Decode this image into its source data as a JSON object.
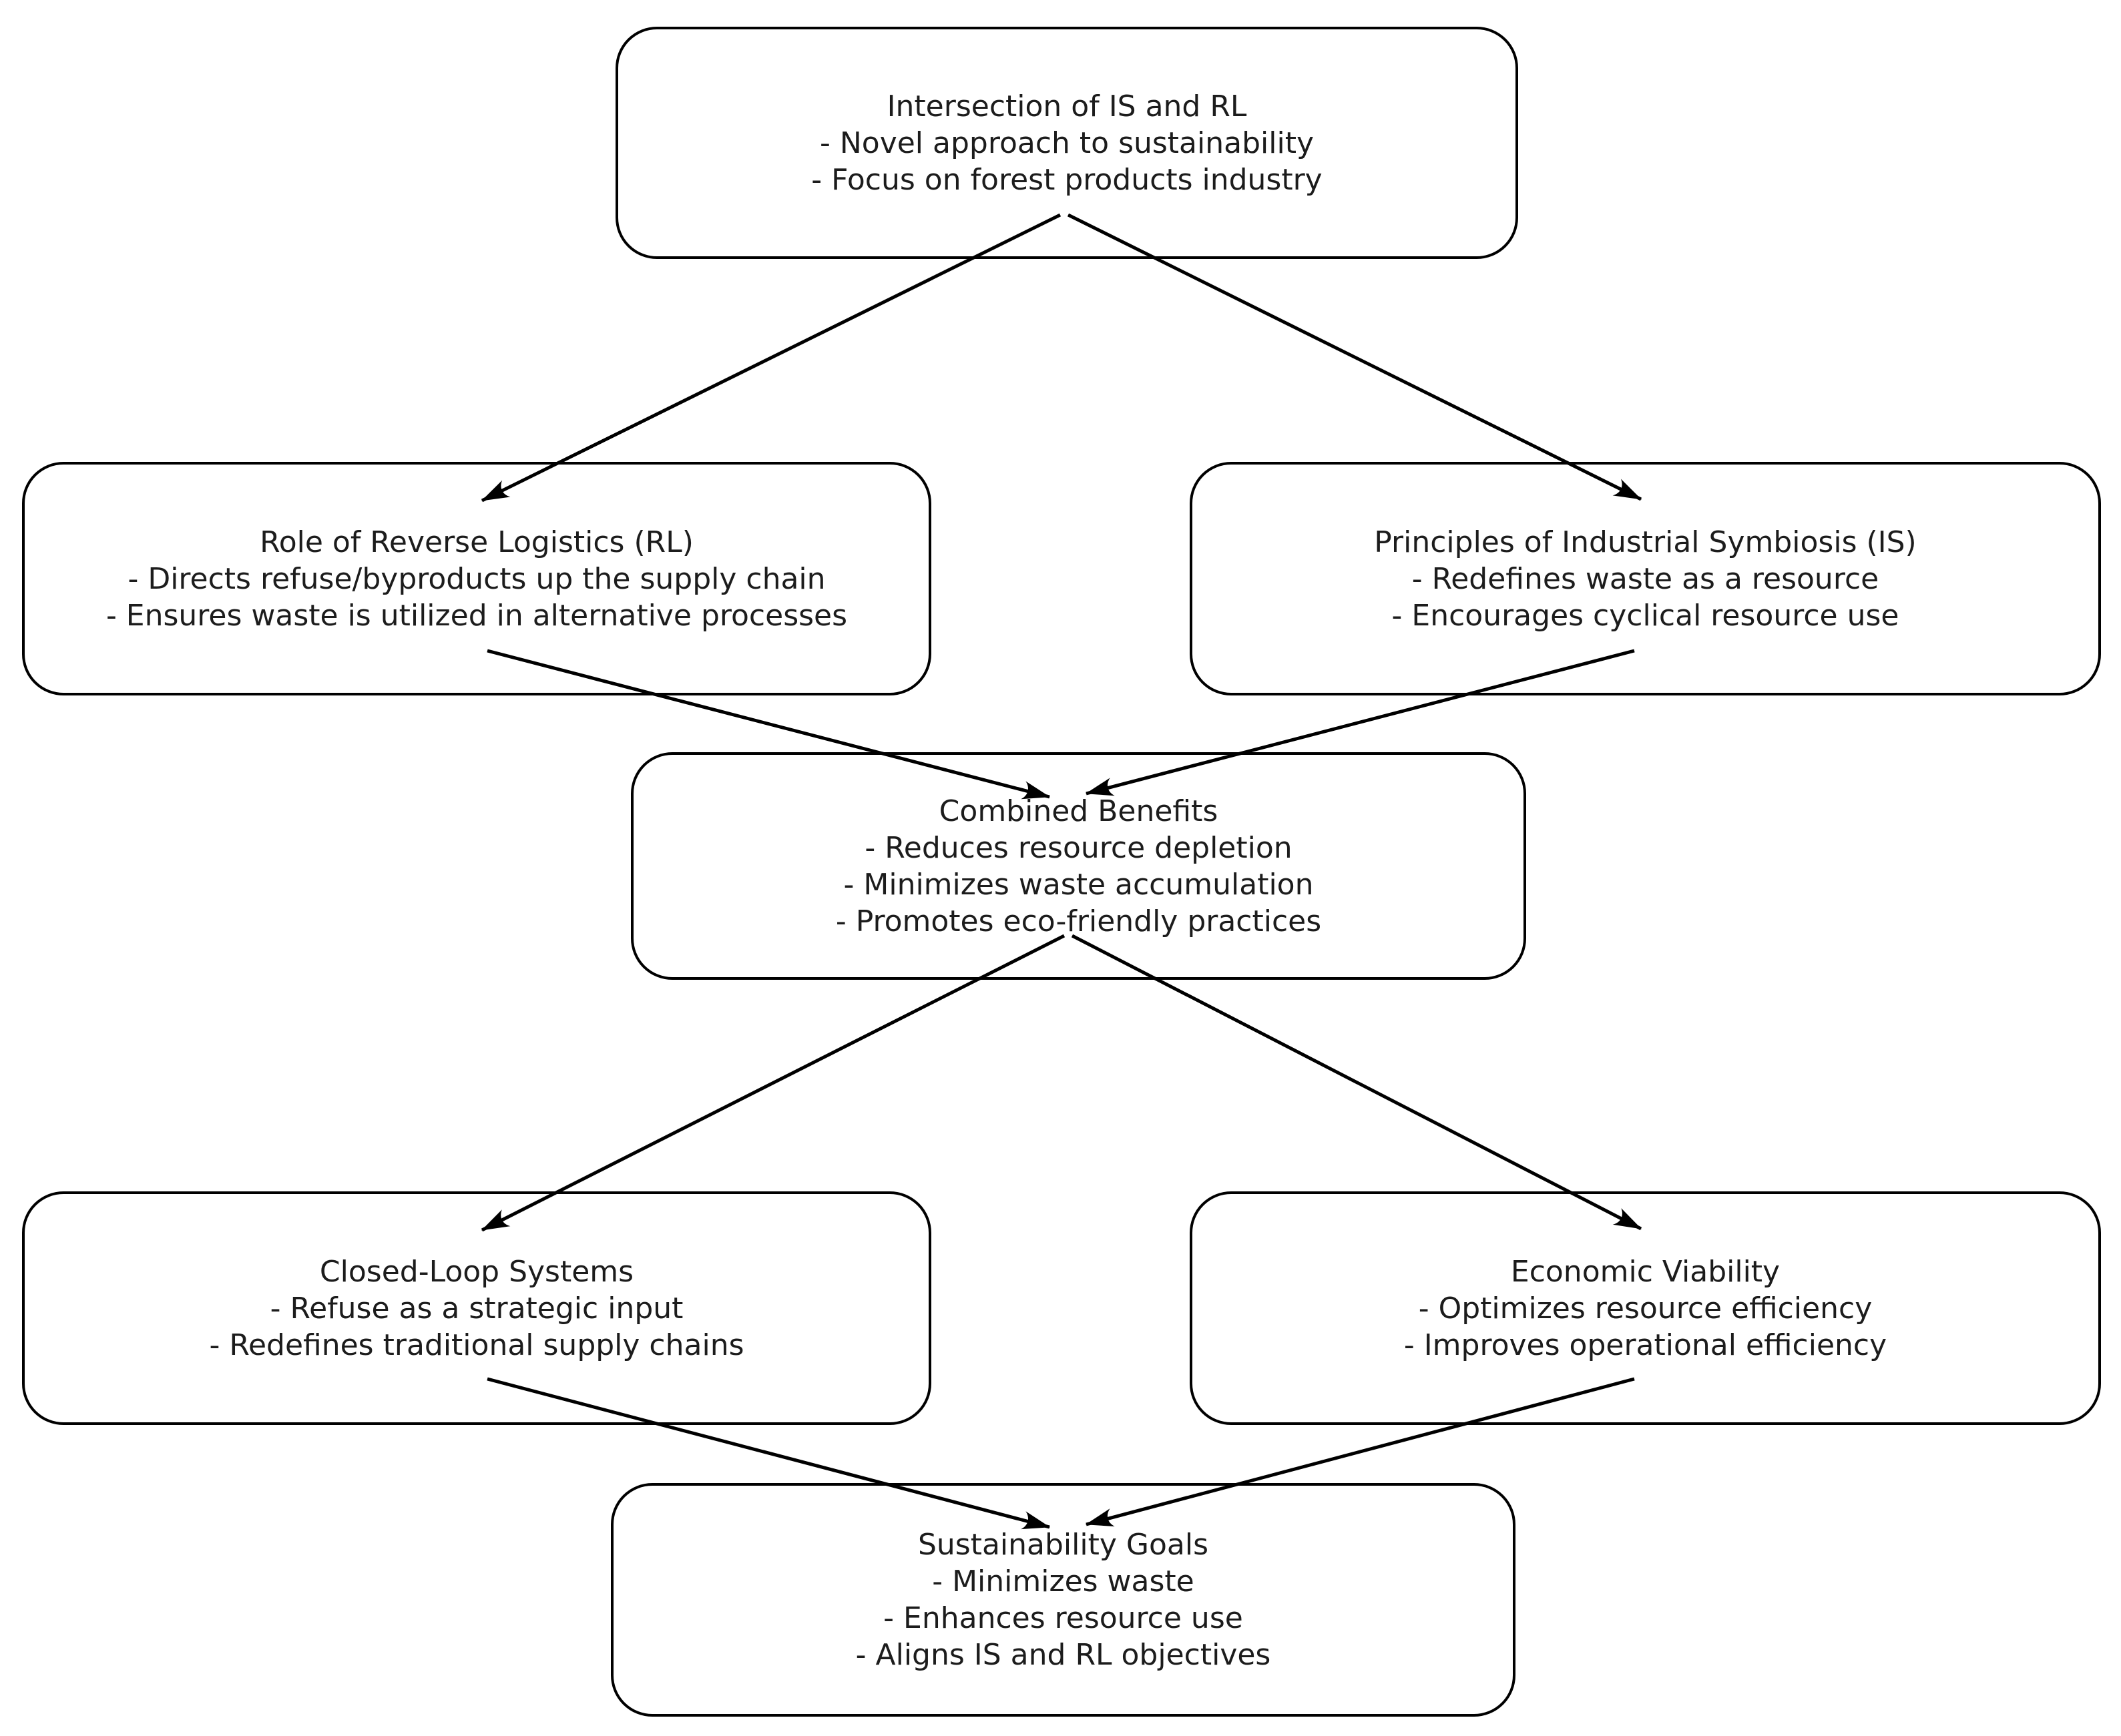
{
  "diagram": {
    "background_color": "#ffffff",
    "line_color": "#000000",
    "text_color": "#1c1c1c",
    "nodes": [
      {
        "id": "intersection",
        "title": "Intersection of IS and RL",
        "bullets": [
          "- Novel approach to sustainability",
          "- Focus on forest products industry"
        ]
      },
      {
        "id": "rl",
        "title": "Role of Reverse Logistics (RL)",
        "bullets": [
          "- Directs refuse/byproducts up the supply chain",
          "- Ensures waste is utilized in alternative processes"
        ]
      },
      {
        "id": "is",
        "title": "Principles of Industrial Symbiosis (IS)",
        "bullets": [
          "- Redefines waste as a resource",
          "- Encourages cyclical resource use"
        ]
      },
      {
        "id": "combined",
        "title": "Combined Benefits",
        "bullets": [
          "- Reduces resource depletion",
          "- Minimizes waste accumulation",
          "- Promotes eco-friendly practices"
        ]
      },
      {
        "id": "closed_loop",
        "title": "Closed-Loop Systems",
        "bullets": [
          "- Refuse as a strategic input",
          "- Redefines traditional supply chains"
        ]
      },
      {
        "id": "economic",
        "title": "Economic Viability",
        "bullets": [
          "- Optimizes resource efficiency",
          "- Improves operational efficiency"
        ]
      },
      {
        "id": "goals",
        "title": "Sustainability Goals",
        "bullets": [
          "- Minimizes waste",
          "- Enhances resource use",
          "- Aligns IS and RL objectives"
        ]
      }
    ],
    "edges": [
      {
        "from": "intersection",
        "to": "rl"
      },
      {
        "from": "intersection",
        "to": "is"
      },
      {
        "from": "rl",
        "to": "combined"
      },
      {
        "from": "is",
        "to": "combined"
      },
      {
        "from": "combined",
        "to": "closed_loop"
      },
      {
        "from": "combined",
        "to": "economic"
      },
      {
        "from": "closed_loop",
        "to": "goals"
      },
      {
        "from": "economic",
        "to": "goals"
      }
    ]
  }
}
